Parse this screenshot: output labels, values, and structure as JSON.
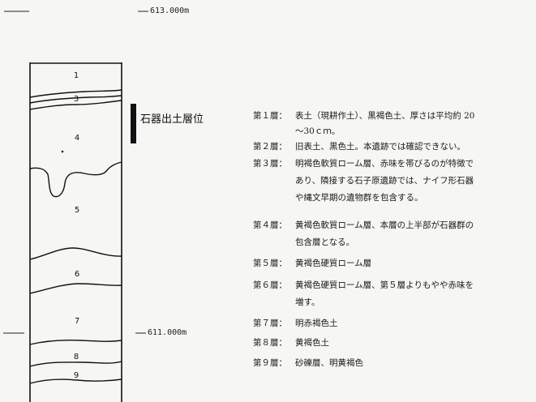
{
  "elevations": {
    "top": "613.000m",
    "middle": "611.000m"
  },
  "horizon_label": "石器出土層位",
  "layer_numbers": [
    "1",
    "3",
    "4",
    "5",
    "6",
    "7",
    "8",
    "9"
  ],
  "descriptions": [
    {
      "label": "第１層：",
      "lines": [
        "表土（現耕作土）、黒褐色土、厚さは平均約 20",
        "～30ｃｍ。"
      ]
    },
    {
      "label": "第２層：",
      "lines": [
        "旧表土、黒色土。本遺跡では確認できない。"
      ]
    },
    {
      "label": "第３層：",
      "lines": [
        "明褐色軟質ローム層、赤味を帯びるのが特徴で",
        "あり、隣接する石子原遺跡では、ナイフ形石器",
        "や縄文早期の遺物群を包含する。"
      ]
    },
    {
      "label": "第４層：",
      "lines": [
        "黄褐色軟質ローム層、本層の上半部が石器群の",
        "包含層となる。"
      ]
    },
    {
      "label": "第５層：",
      "lines": [
        "黄褐色硬質ローム層"
      ]
    },
    {
      "label": "第６層：",
      "lines": [
        "黄褐色硬質ローム層、第５層よりもやや赤味を",
        "増す。"
      ]
    },
    {
      "label": "第７層：",
      "lines": [
        "明赤褐色土"
      ]
    },
    {
      "label": "第８層：",
      "lines": [
        "黄褐色土"
      ]
    },
    {
      "label": "第９層：",
      "lines": [
        "砂礫層、明黄褐色"
      ]
    }
  ]
}
